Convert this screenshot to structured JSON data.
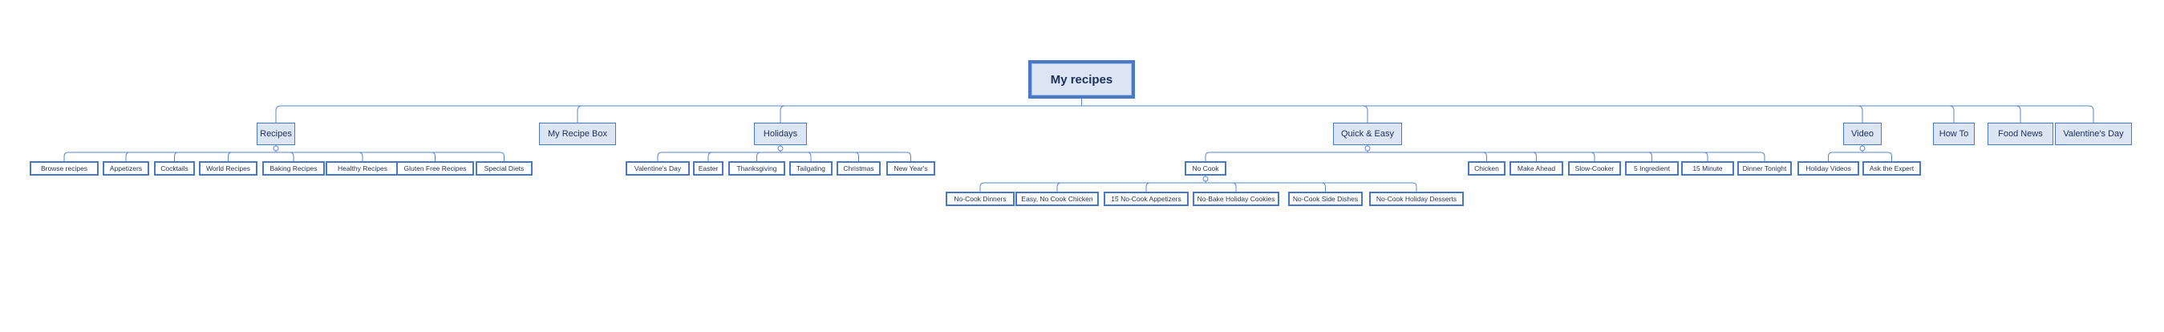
{
  "diagram": {
    "root": "My recipes",
    "branches": [
      {
        "id": "recipes",
        "label": "Recipes",
        "children": [
          "Browse recipes",
          "Appetizers",
          "Cocktails",
          "World Recipes",
          "Baking Recipes",
          "Healthy Recipes",
          "Gluten Free Recipes",
          "Special Diets"
        ]
      },
      {
        "id": "my-recipe-box",
        "label": "My Recipe Box",
        "children": []
      },
      {
        "id": "holidays",
        "label": "Holidays",
        "children": [
          "Valentine's Day",
          "Easter",
          "Thanksgiving",
          "Tailgating",
          "Christmas",
          "New Year's"
        ]
      },
      {
        "id": "quick-easy",
        "label": "Quick & Easy",
        "children": [
          "No Cook",
          "Chicken",
          "Make Ahead",
          "Slow-Cooker",
          "5 Ingredient",
          "15 Minute",
          "Dinner Tonight"
        ],
        "grandchildren": {
          "parent": "No Cook",
          "items": [
            "No-Cook Dinners",
            "Easy, No Cook Chicken",
            "15 No-Cook Appetizers",
            "No-Bake Holiday Cookies",
            "No-Cook Side Dishes",
            "No-Cook Holiday Desserts"
          ]
        }
      },
      {
        "id": "video",
        "label": "Video",
        "children": [
          "Holiday Videos",
          "Ask the Expert"
        ]
      },
      {
        "id": "how-to",
        "label": "How To",
        "children": []
      },
      {
        "id": "food-news",
        "label": "Food News",
        "children": []
      },
      {
        "id": "valentines-day",
        "label": "Valentine's Day",
        "children": []
      }
    ]
  }
}
